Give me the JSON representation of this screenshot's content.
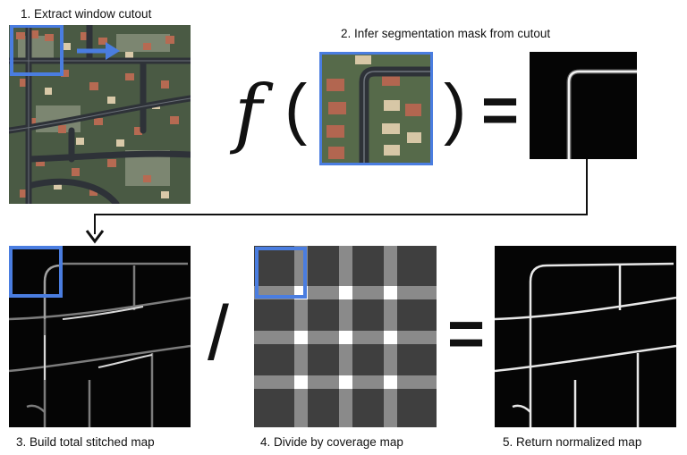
{
  "steps": [
    {
      "label": "1. Extract window cutout"
    },
    {
      "label": "2. Infer segmentation mask from cutout"
    },
    {
      "label": "3. Build total stitched map"
    },
    {
      "label": "4. Divide by coverage map"
    },
    {
      "label": "5. Return normalized map"
    }
  ],
  "formula": {
    "func": "f",
    "open_paren": "(",
    "close_paren": ")",
    "equals": "=",
    "divide": "/"
  },
  "colors": {
    "window_box": "#4a7de0",
    "connector": "#111111",
    "coverage_light": "#8a8a8a",
    "coverage_dark": "#3f3f3f",
    "coverage_white": "#ffffff"
  }
}
